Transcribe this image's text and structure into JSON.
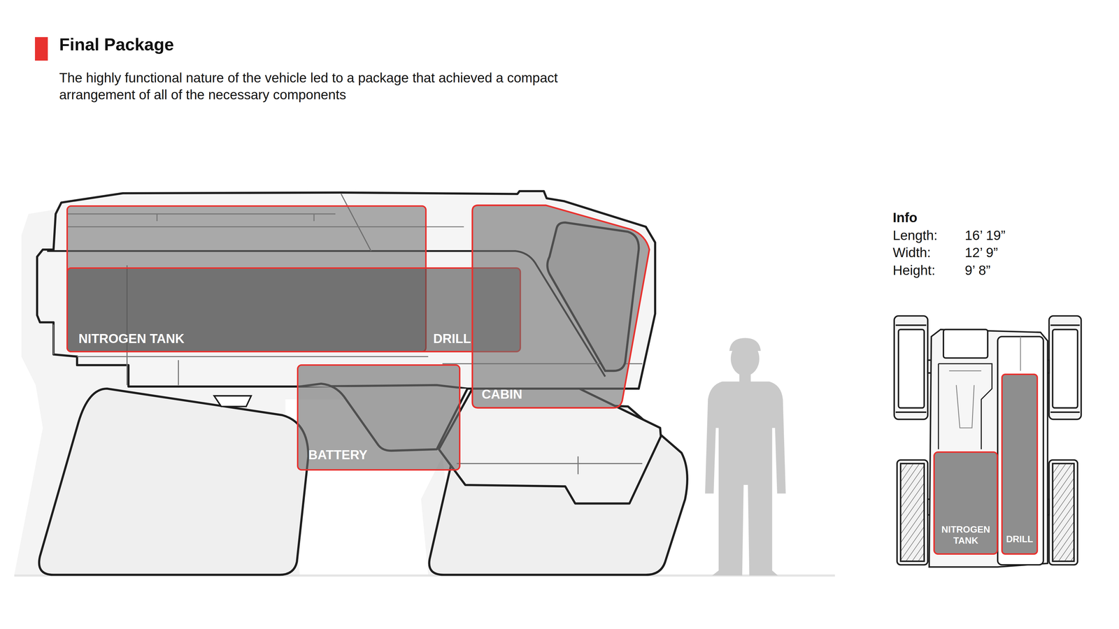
{
  "diagram": {
    "title": "Final Package",
    "caption": "The highly functional nature of the vehicle led to a package that achieved a compact arrangement of all of the necessary components",
    "nodes": [
      {
        "text": [
          "NITROGEN TANK"
        ]
      },
      {
        "text": [
          "DRILL"
        ]
      },
      {
        "text": [
          "CABIN"
        ]
      },
      {
        "text": [
          "BATTERY"
        ]
      },
      {
        "text": [
          "NITROGEN TANK"
        ]
      },
      {
        "text": [
          "DRILL"
        ]
      }
    ],
    "labels": [
      "Info",
      "Length:",
      "16’ 19”",
      "Width:",
      "12’ 9”",
      "Height:",
      "9’ 8”"
    ]
  }
}
